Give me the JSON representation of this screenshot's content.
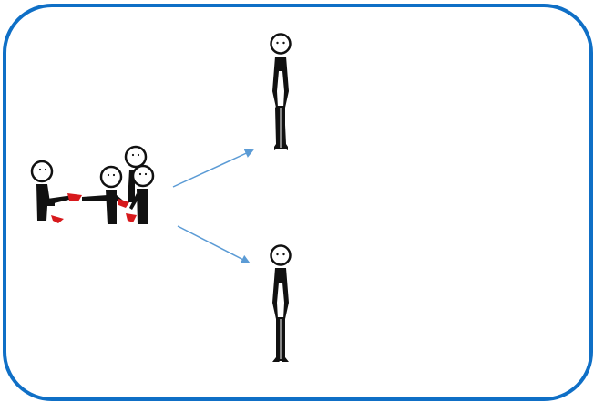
{
  "diagram": {
    "frame_color": "#0f6fc6",
    "arrow_color": "#5b9bd5",
    "figure_color": "#111111",
    "accent_color": "#d7191c",
    "nodes": [
      {
        "id": "group",
        "icon": "group-of-people-sharing-icon"
      },
      {
        "id": "person-top",
        "icon": "standing-person-icon"
      },
      {
        "id": "person-bottom",
        "icon": "standing-person-icon"
      }
    ],
    "edges": [
      {
        "from": "group",
        "to": "person-top"
      },
      {
        "from": "group",
        "to": "person-bottom"
      }
    ]
  }
}
